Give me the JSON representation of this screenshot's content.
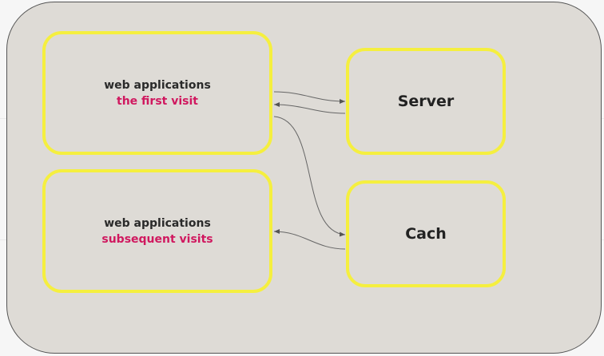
{
  "nodes": {
    "first_visit": {
      "title": "web applications",
      "subtitle": "the first visit"
    },
    "subsequent_visits": {
      "title": "web applications",
      "subtitle": "subsequent visits"
    },
    "server": {
      "label": "Server"
    },
    "cache": {
      "label": "Cach"
    }
  },
  "colors": {
    "background": "#dedbd6",
    "node_border": "#f5ef3f",
    "highlight_text": "#d0185f",
    "arrow": "#555555"
  }
}
